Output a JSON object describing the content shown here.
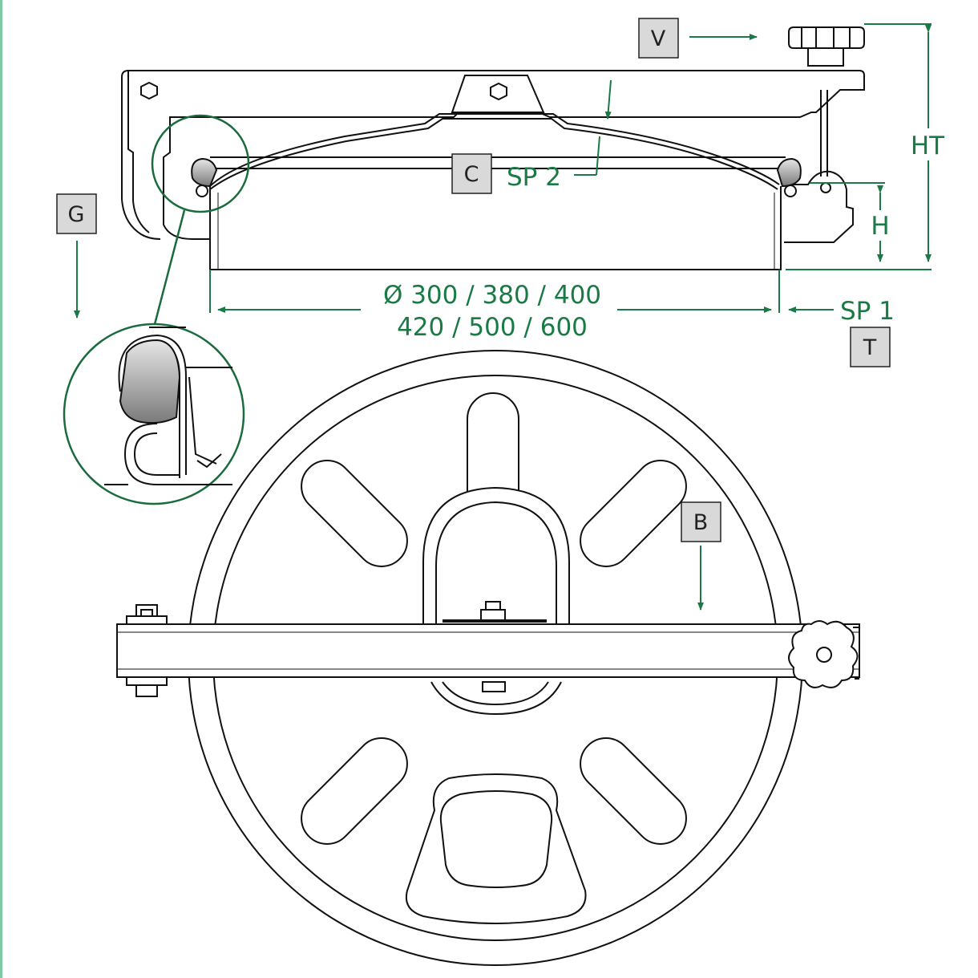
{
  "labels": {
    "v": "V",
    "c": "C",
    "g": "G",
    "b": "B",
    "t": "T"
  },
  "dimensions": {
    "ht": "HT",
    "h": "H",
    "sp1": "SP 1",
    "sp2": "SP 2",
    "diameter_line1": "Ø 300 / 380 / 400",
    "diameter_line2": "420 / 500 / 600"
  },
  "colors": {
    "dimension_green": "#1a7a45",
    "outline": "#111111",
    "label_box_fill": "#d9d9d9",
    "left_edge_line": "#7fc9a3"
  }
}
